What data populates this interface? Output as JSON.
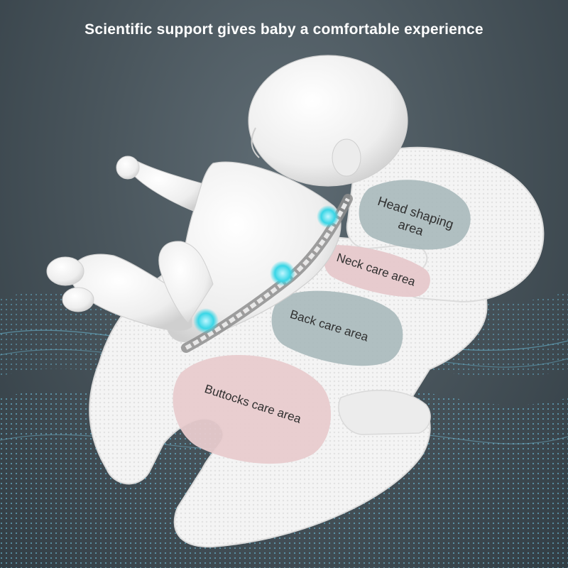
{
  "headline": "Scientific support gives baby a comfortable experience",
  "zones": {
    "head_line1": "Head shaping",
    "head_line2": "area",
    "neck": "Neck care area",
    "back": "Back care area",
    "buttocks": "Buttocks care area"
  },
  "colors": {
    "background": "#4a565d",
    "mesh_waves": "#5fb3d4",
    "cushion": "#f2f2f2",
    "head_zone": "#a8b8ba",
    "neck_zone": "#e3c3c6",
    "back_zone": "#a8b8ba",
    "buttocks_zone": "#e6c9cc",
    "spine_glow": "#39d6e6"
  }
}
